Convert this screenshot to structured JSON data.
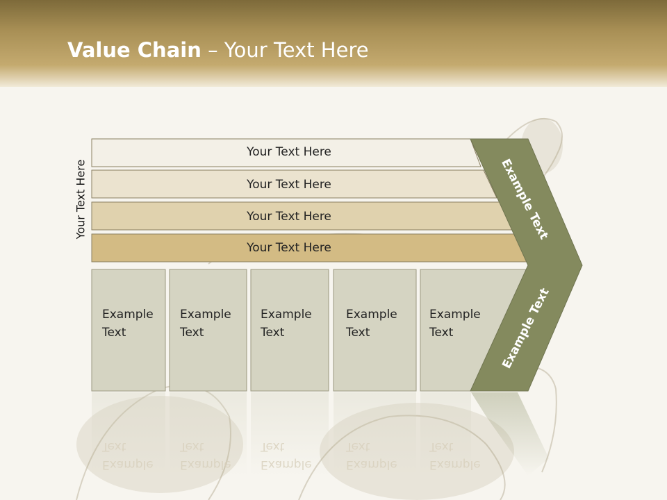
{
  "header": {
    "title_bold": "Value Chain",
    "title_rest": " – Your Text Here"
  },
  "side_label": "Your Text Here",
  "bars": [
    {
      "label": "Your Text Here"
    },
    {
      "label": "Your Text Here"
    },
    {
      "label": "Your Text Here"
    },
    {
      "label": "Your Text Here"
    }
  ],
  "boxes": [
    {
      "line1": "Example",
      "line2": "Text"
    },
    {
      "line1": "Example",
      "line2": "Text"
    },
    {
      "line1": "Example",
      "line2": "Text"
    },
    {
      "line1": "Example",
      "line2": "Text"
    },
    {
      "line1": "Example",
      "line2": "Text"
    }
  ],
  "chevron": {
    "upper_label": "Example Text",
    "lower_label": "Example Text",
    "color": "#848a5e"
  },
  "colors": {
    "bar_fills": [
      "#f3f0e7",
      "#ebe3cf",
      "#e0d2ae",
      "#d3bb84"
    ],
    "box_fill": "#d5d4c2",
    "header_gold": "#b29a5e"
  }
}
